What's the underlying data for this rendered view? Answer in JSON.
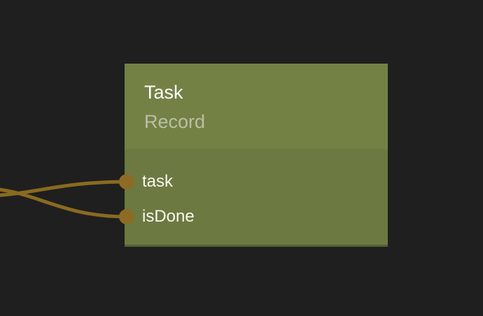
{
  "colors": {
    "background": "#1f1f1f",
    "node-header": "#738145",
    "node-body": "#6c7940",
    "node-bottom-edge": "#55612f",
    "title": "#ffffff",
    "subtitle": "#b9c0a4",
    "port-label": "#f7f7f2",
    "wire": "#8a6a20",
    "socket": "#8c6c24"
  },
  "node": {
    "title": "Task",
    "subtitle": "Record",
    "inputs": [
      {
        "label": "task"
      },
      {
        "label": "isDone"
      }
    ]
  }
}
